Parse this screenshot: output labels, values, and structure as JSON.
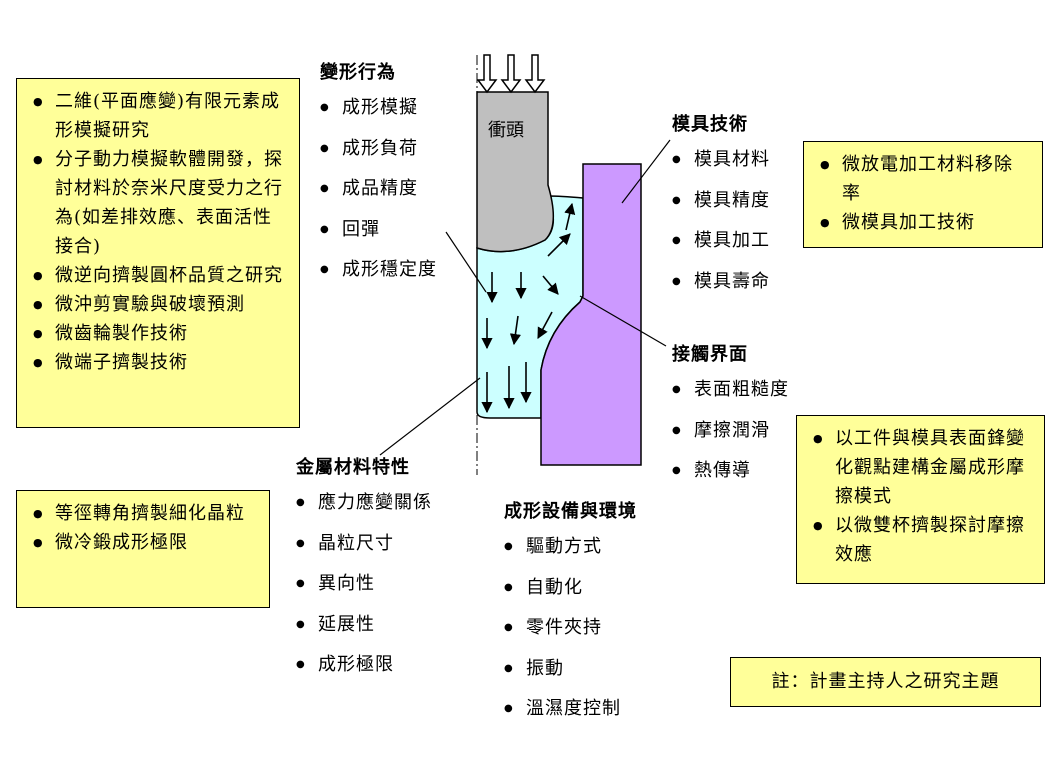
{
  "diagram": {
    "punch_label": "衝頭"
  },
  "left_box_top": {
    "items": [
      "二維(平面應變)有限元素成形模擬研究",
      "分子動力模擬軟體開發，探討材料於奈米尺度受力之行為(如差排效應、表面活性接合)",
      "微逆向擠製圓杯品質之研究",
      "微沖剪實驗與破壞預測",
      "微齒輪製作技術",
      "微端子擠製技術"
    ]
  },
  "left_box_bottom": {
    "items": [
      "等徑轉角擠製細化晶粒",
      "微冷鍛成形極限"
    ]
  },
  "right_box_top": {
    "items": [
      "微放電加工材料移除率",
      "微模具加工技術"
    ]
  },
  "right_box_bottom": {
    "items": [
      "以工件與模具表面鋒變化觀點建構金屬成形摩擦模式",
      "以微雙杯擠製探討摩擦效應"
    ]
  },
  "groups": {
    "deformation": {
      "heading": "變形行為",
      "items": [
        "成形模擬",
        "成形負荷",
        "成品精度",
        "回彈",
        "成形穩定度"
      ]
    },
    "die": {
      "heading": "模具技術",
      "items": [
        "模具材料",
        "模具精度",
        "模具加工",
        "模具壽命"
      ]
    },
    "interface": {
      "heading": "接觸界面",
      "items": [
        "表面粗糙度",
        "摩擦潤滑",
        "熱傳導"
      ]
    },
    "material": {
      "heading": "金屬材料特性",
      "items": [
        "應力應變關係",
        "晶粒尺寸",
        "異向性",
        "延展性",
        "成形極限"
      ]
    },
    "equipment": {
      "heading": "成形設備與環境",
      "items": [
        "驅動方式",
        "自動化",
        "零件夾持",
        "振動",
        "溫濕度控制"
      ]
    }
  },
  "note": {
    "text": "註：計畫主持人之研究主題"
  },
  "colors": {
    "box_fill": "#ffff99",
    "punch": "#bfbfbf",
    "workpiece": "#ccffff",
    "die": "#cc99ff"
  }
}
